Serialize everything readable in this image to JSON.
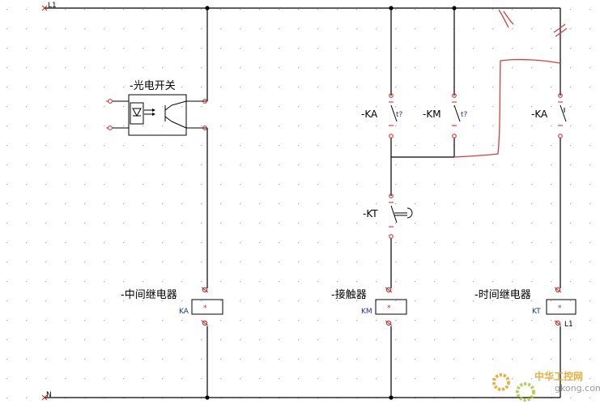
{
  "diagram": {
    "rails": {
      "top": "L1",
      "bottom": "N"
    },
    "photo_switch": {
      "label": "-光电开关"
    },
    "contacts": {
      "ka_1": "-KA",
      "km_1": "-KM",
      "ka_2": "-KA",
      "kt": "-KT",
      "timed_mark": "t?"
    },
    "coils": {
      "relay": {
        "label": "-中间继电器",
        "tag": "KA"
      },
      "contactor": {
        "label": "-接触器",
        "tag": "KM"
      },
      "timer": {
        "label": "-时间继电器",
        "tag": "KT",
        "extra": "L1"
      }
    },
    "watermark": {
      "text": "中华工控网",
      "site": "gkong.com",
      "color": "#e8a020"
    }
  }
}
